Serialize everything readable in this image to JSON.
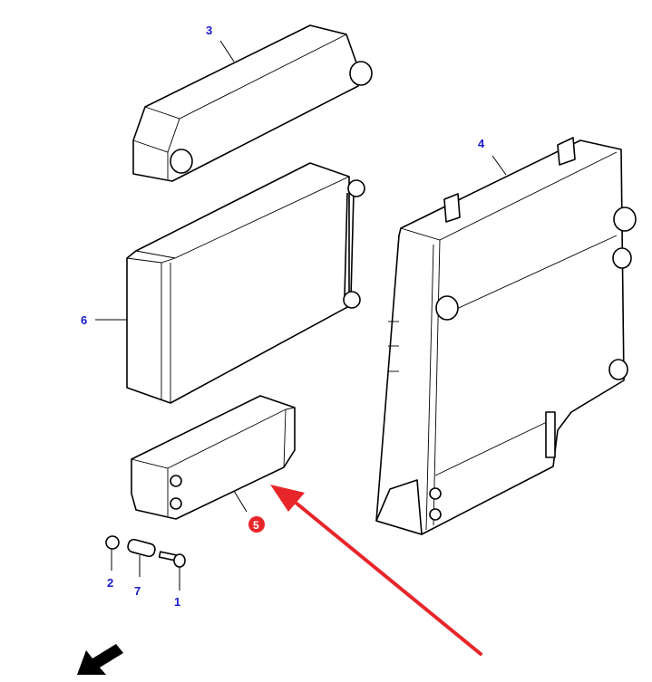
{
  "diagram": {
    "type": "exploded-parts-view",
    "subject": "Cooler / radiator assembly",
    "colors": {
      "callout": "#1a1acc",
      "highlight": "#e8262a",
      "line": "#000000",
      "background": "#ffffff"
    },
    "callouts": [
      {
        "id": "1",
        "label": "1",
        "part": "bolt"
      },
      {
        "id": "2",
        "label": "2",
        "part": "nut"
      },
      {
        "id": "3",
        "label": "3",
        "part": "upper cooler"
      },
      {
        "id": "4",
        "label": "4",
        "part": "radiator frame"
      },
      {
        "id": "5",
        "label": "5",
        "part": "lower cooler",
        "highlighted": true
      },
      {
        "id": "6",
        "label": "6",
        "part": "middle cooler"
      },
      {
        "id": "7",
        "label": "7",
        "part": "spring"
      }
    ],
    "annotations": {
      "red_arrow_points_to": "5",
      "direction_arrow": "front-direction-arrow"
    }
  }
}
